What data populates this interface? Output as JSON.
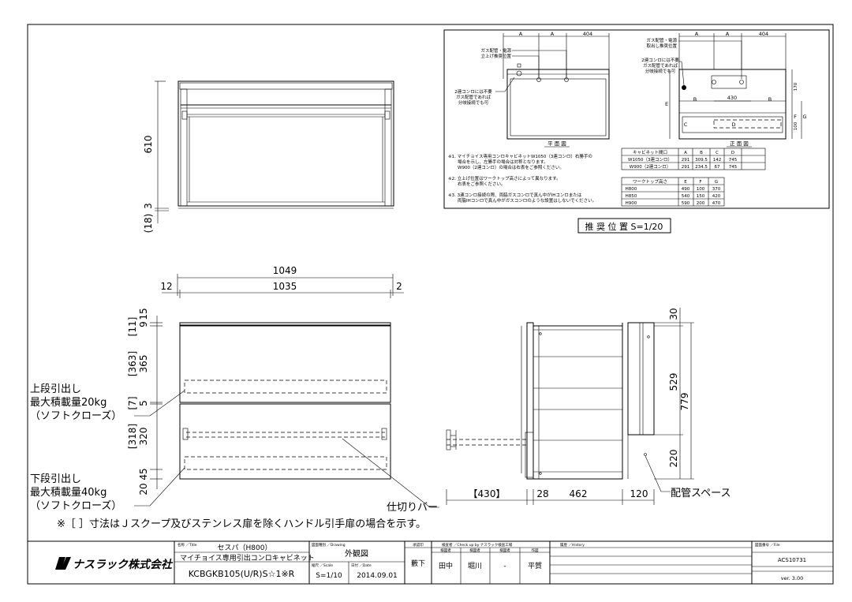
{
  "top_view": {
    "dims": {
      "h610": "610",
      "h3": "3",
      "h18": "(18)"
    }
  },
  "front_view": {
    "dims": {
      "w1049": "1049",
      "w1035": "1035",
      "w12": "12",
      "w2": "2",
      "v15": "15",
      "v9": "9",
      "v11": "[11]",
      "v365": "365",
      "v363": "[363]",
      "v5": "5",
      "v7": "[7]",
      "v320": "320",
      "v318": "[318]",
      "v45": "45",
      "v20": "20"
    },
    "upper_drawer": [
      "上段引出し",
      "最大積載量20kg",
      "（ソフトクローズ）"
    ],
    "lower_drawer": [
      "下段引出し",
      "最大積載量40kg",
      "（ソフトクローズ）"
    ],
    "divider_label": "仕切りバー"
  },
  "side_view": {
    "dims": {
      "d430": "【430】",
      "d28": "28",
      "d462": "462",
      "d120": "120",
      "v30": "30",
      "v529": "529",
      "v220": "220",
      "v779": "779"
    },
    "piping_label": "配管スペース"
  },
  "note": "※［ ］寸法はＪスクープ及びステンレス扉を除くハンドル引手扉の場合を示す。",
  "inset": {
    "caption": "推 奨 位 置 S=1/20",
    "plan_label": "平 面 図",
    "front_label": "正 面 図",
    "dim_A": "A",
    "dim_404": "404",
    "gas_label": [
      "ガス配管・電源",
      "立上げ推奨位置"
    ],
    "gas_label_r": [
      "ガス配管・電源",
      "取出し推奨位置"
    ],
    "note_2burner": [
      "2連コンロには不要",
      "ガス配管であれば",
      "分岐接続でも可"
    ],
    "f430": "430",
    "fB": "B",
    "fC": "C",
    "fD": "D",
    "fE": "E",
    "fF": "F",
    "fG": "G",
    "f170": "170",
    "f100": "100",
    "notes": [
      "※1. マイチョイス専用コンロキャビネットW1050（3連コンロ）右勝手の",
      "場合を示し、左勝手の場合は対称となります。",
      "W900（2連コンロ）の場合は右表をご参照ください。",
      "※2. 立上げ位置はワークトップ高さによって異なります。",
      "右表をご参照ください。",
      "※3. 3連コンロ接続の際、両脇ガスコンロで真ん中がIHコンロまたは",
      "両脇IHコンロで真ん中がガスコンロのような設置はしないでください。"
    ],
    "table1": {
      "headers": [
        "キャビネット間口",
        "A",
        "B",
        "C",
        "D"
      ],
      "rows": [
        [
          "W1050（3連コンロ）",
          "291",
          "309.5",
          "142",
          "745"
        ],
        [
          "W900（2連コンロ）",
          "291",
          "234.5",
          "67",
          "745"
        ]
      ]
    },
    "table2": {
      "headers": [
        "ワークトップ高さ",
        "E",
        "F",
        "G"
      ],
      "rows": [
        [
          "H800",
          "490",
          "100",
          "370"
        ],
        [
          "H850",
          "540",
          "150",
          "420"
        ],
        [
          "H900",
          "590",
          "200",
          "470"
        ]
      ]
    }
  },
  "title_block": {
    "company": "ナスラック株式会社",
    "name_label": "名称 ／Title",
    "name": "セスパ（H800）",
    "subtitle": "マイチョイス専用引出コンロキャビネット",
    "model": "KCBGKB105(U/R)S☆1※R",
    "drawing_label": "図面種別 ／Drawing",
    "drawing": "外観図",
    "scale_label": "縮尺 ／Scale",
    "scale": "S=1/10",
    "date_label": "日付 ／Date",
    "date": "2014.09.01",
    "approval_label": "承認印",
    "approval": "藪下",
    "check_label": "検査者 ／Check up by ナスラック検査工場",
    "check_sub": [
      "検図者",
      "検図者",
      "検図者",
      "作図"
    ],
    "checkers": [
      "田中",
      "堀川",
      "-",
      "平賀"
    ],
    "history_label": "履歴 ／History",
    "file_label": "図面番号 ／File",
    "file": "ACS10731",
    "version": "ver. 3.00"
  }
}
